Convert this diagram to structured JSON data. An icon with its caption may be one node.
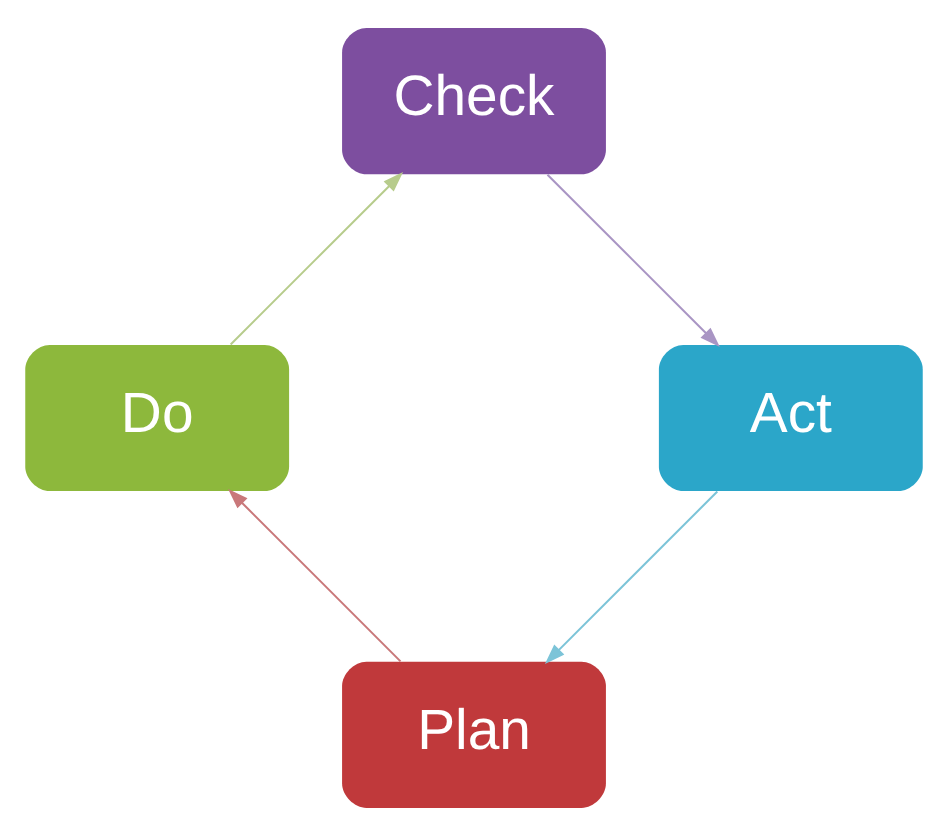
{
  "diagram": {
    "nodes": [
      {
        "text": [
          "Plan"
        ]
      },
      {
        "text": [
          "Do"
        ]
      },
      {
        "text": [
          "Check"
        ]
      },
      {
        "text": [
          "Act"
        ]
      }
    ],
    "edges": [
      {
        "from": 0,
        "to": 1,
        "arrow": "to",
        "color": "#c9787a"
      },
      {
        "from": 1,
        "to": 2,
        "arrow": "to",
        "color": "#b7cc8c"
      },
      {
        "from": 2,
        "to": 3,
        "arrow": "to",
        "color": "#a995c4"
      },
      {
        "from": 3,
        "to": 0,
        "arrow": "to",
        "color": "#7cc4d8"
      }
    ]
  }
}
